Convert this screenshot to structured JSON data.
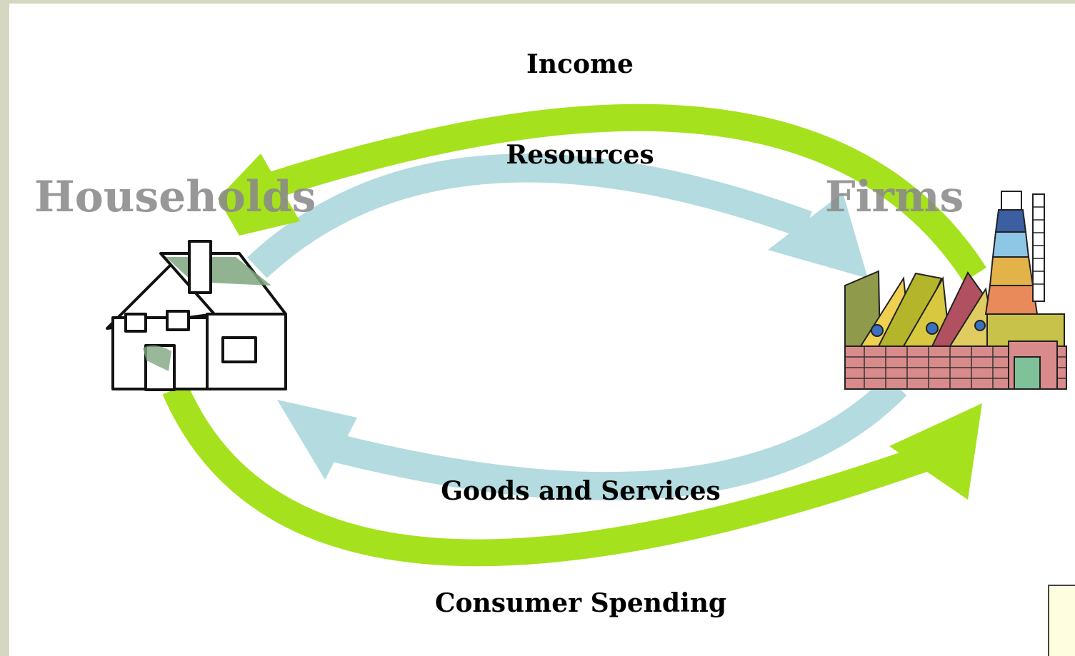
{
  "nodes": {
    "households": "Households",
    "firms": "Firms"
  },
  "flows": {
    "income": "Income",
    "resources": "Resources",
    "goods_services": "Goods and Services",
    "consumer_spending": "Consumer Spending"
  },
  "colors": {
    "money_flow": "#a6e11e",
    "real_flow": "#b3dbe0",
    "background_frame": "#d5d7c0",
    "node_label": "#8a8a8a"
  },
  "icons": {
    "households": "house-icon",
    "firms": "factory-icon"
  }
}
